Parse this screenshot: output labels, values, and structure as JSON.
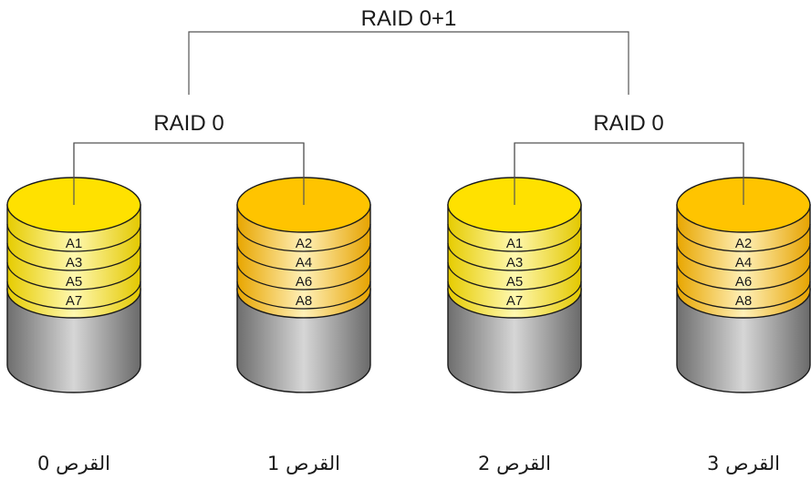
{
  "top_label": "RAID 0+1",
  "groups": [
    {
      "label": "RAID 0"
    },
    {
      "label": "RAID 0"
    }
  ],
  "disks": [
    {
      "label": "القرص 0",
      "color": "#ffe100",
      "segments": [
        "A1",
        "A3",
        "A5",
        "A7"
      ]
    },
    {
      "label": "القرص 1",
      "color": "#ffc400",
      "segments": [
        "A2",
        "A4",
        "A6",
        "A8"
      ]
    },
    {
      "label": "القرص 2",
      "color": "#ffe100",
      "segments": [
        "A1",
        "A3",
        "A5",
        "A7"
      ]
    },
    {
      "label": "القرص 3",
      "color": "#ffc400",
      "segments": [
        "A2",
        "A4",
        "A6",
        "A8"
      ]
    }
  ],
  "colors": {
    "wire": "#555555",
    "disk_base": "#8c8c8c",
    "disk_outline": "#1a1a1a"
  }
}
